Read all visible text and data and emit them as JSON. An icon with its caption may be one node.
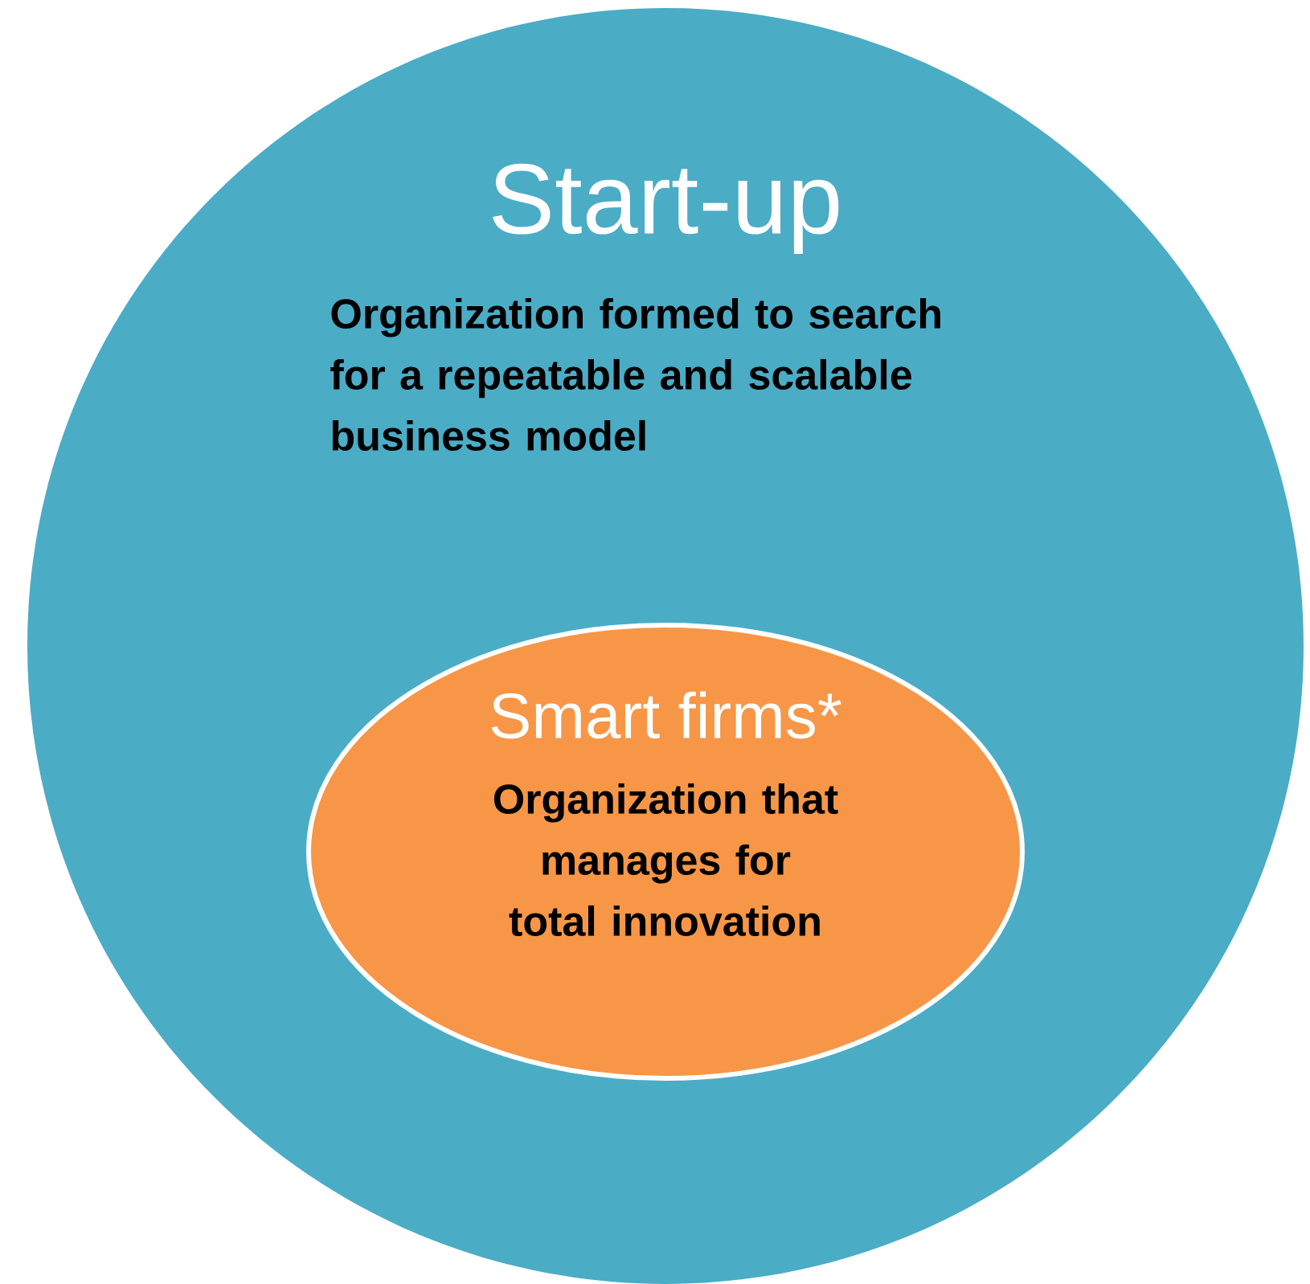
{
  "diagram": {
    "nodes": [
      {
        "text": [
          "Start-up",
          "Organization formed to search for a repeatable and scalable business model"
        ]
      },
      {
        "text": [
          "Smart firms*",
          "Organization that manages for total innovation"
        ],
        "in": 0
      }
    ]
  }
}
